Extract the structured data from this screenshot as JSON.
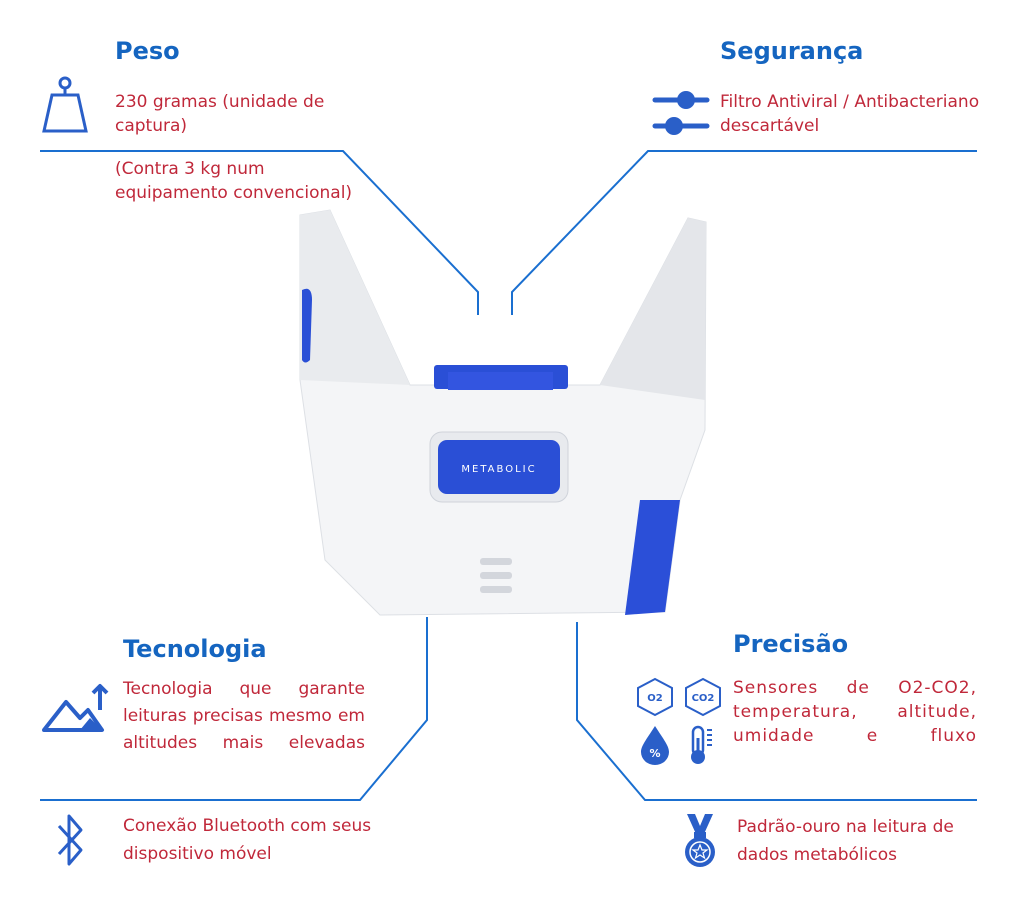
{
  "peso": {
    "title": "Peso",
    "line1": "230 gramas (unidade de captura)",
    "line2": "(Contra 3 kg num equipamento convencional)"
  },
  "seguranca": {
    "title": "Segurança",
    "text": "Filtro Antiviral / Antibacteriano descartável"
  },
  "tecnologia": {
    "title": "Tecnologia",
    "text": "Tecnologia que garante leituras precisas mesmo em altitudes mais elevadas",
    "bluetooth": "Conexão Bluetooth com seus dispositivo móvel"
  },
  "precisao": {
    "title": "Precisão",
    "text": "Sensores de O2-CO2, temperatura, altitude, umidade e fluxo",
    "o2": "O2",
    "co2": "CO2",
    "gold": "Padrão-ouro na leitura de dados metabólicos"
  },
  "device": {
    "label": "METABOLIC"
  },
  "colors": {
    "heading": "#1565c0",
    "text": "#c0283a",
    "line": "#1a6fd0"
  }
}
